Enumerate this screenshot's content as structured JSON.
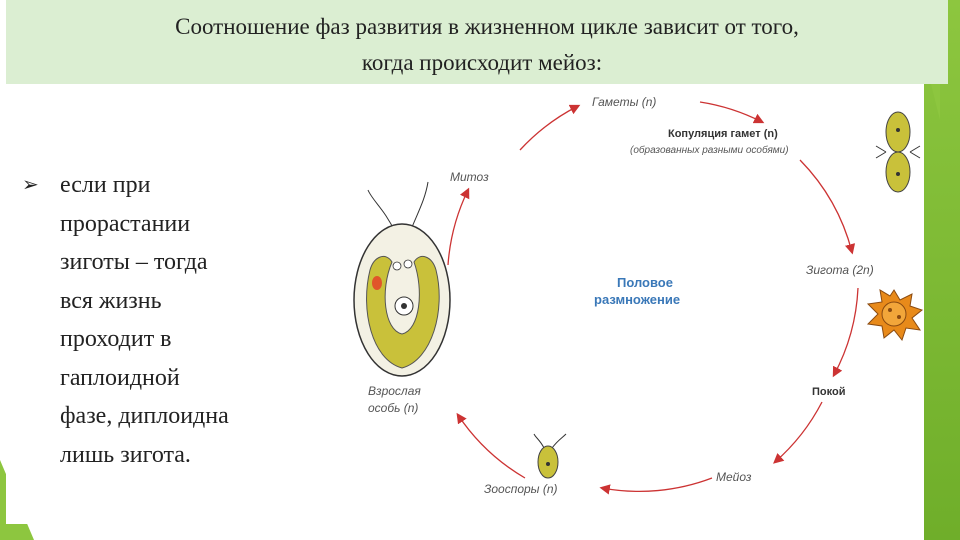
{
  "title": {
    "line1": "Соотношение фаз развития в жизненном цикле зависит от того,",
    "line2": "когда происходит мейоз:"
  },
  "bullet": {
    "icon": "arrow-bullet-icon",
    "lines": [
      "если при",
      "прорастании",
      "зиготы – тогда",
      "вся жизнь",
      "проходит в",
      "гаплоидной",
      "фазе, диплоидна",
      "лишь зигота."
    ]
  },
  "diagram": {
    "gametes": "Гаметы (n)",
    "copulation": "Копуляция гамет (n)",
    "copulation_note": "(образованных разными особями)",
    "zygote": "Зигота (2n)",
    "rest": "Покой",
    "meiosis": "Мейоз",
    "zoospores": "Зооспоры (n)",
    "adult_line1": "Взрослая",
    "adult_line2": "особь (n)",
    "mitosis": "Митоз",
    "center_line1": "Половое",
    "center_line2": "размножение"
  },
  "colors": {
    "accent_green": "#8dc63f",
    "title_band": "#dbeed2",
    "cycle_arrow": "#cc3333",
    "cell_yellow": "#c9c13a",
    "zygote_orange": "#e88a1a",
    "center_text": "#3a78b8"
  }
}
